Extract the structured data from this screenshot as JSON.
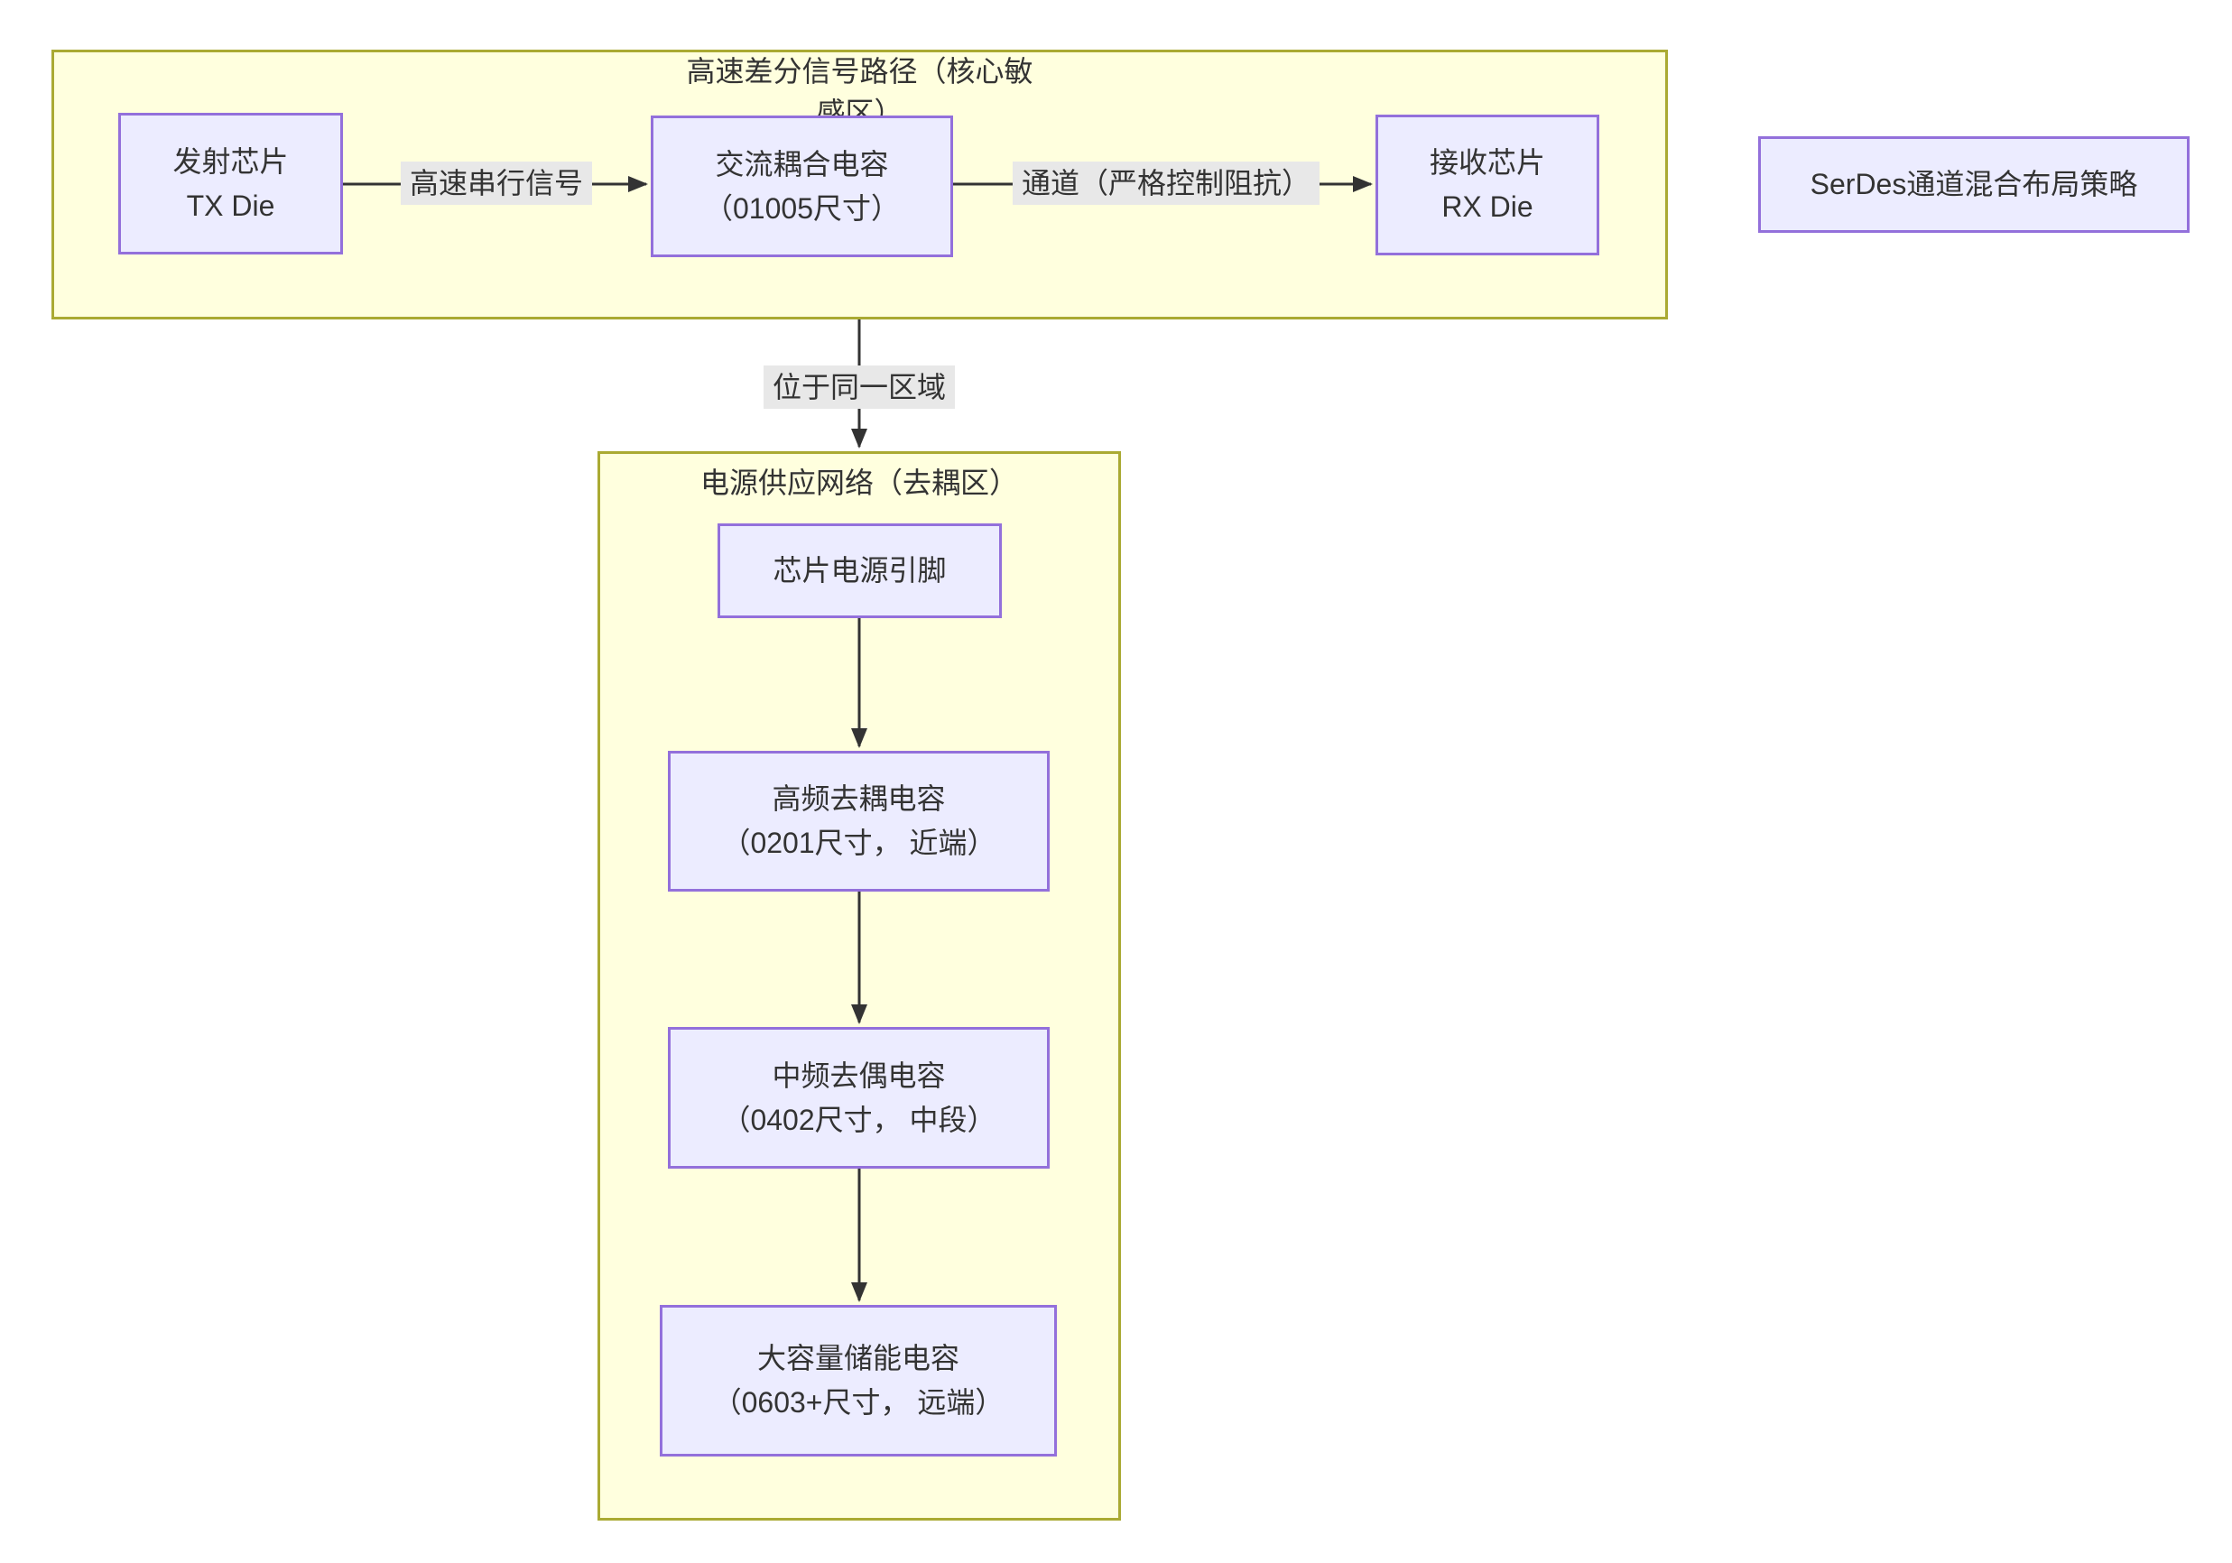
{
  "diagram": {
    "type": "flowchart",
    "strategy_note": "SerDes通道混合布局策略"
  },
  "colors": {
    "cluster_fill": "#ffffde",
    "cluster_border": "#aaaa33",
    "node_fill": "#ececff",
    "node_border": "#9370db",
    "edge_label_bg": "#e8e8e8",
    "text": "#333333",
    "edge": "#333333",
    "canvas_bg": "#ffffff"
  },
  "clusters": {
    "signal_path": {
      "title": "高速差分信号路径（核心敏感区）",
      "title_lines": [
        "高速差分信号路径（核心敏",
        "感区）"
      ]
    },
    "pdn": {
      "title": "电源供应网络（去耦区）"
    }
  },
  "nodes": {
    "tx": {
      "lines": [
        "发射芯片",
        "TX Die"
      ]
    },
    "ac_cap": {
      "lines": [
        "交流耦合电容",
        "（01005尺寸）"
      ]
    },
    "rx": {
      "lines": [
        "接收芯片",
        "RX Die"
      ]
    },
    "serdes": {
      "label": "SerDes通道混合布局策略"
    },
    "power_pin": {
      "label": "芯片电源引脚"
    },
    "hf_cap": {
      "lines": [
        "高频去耦电容",
        "（0201尺寸， 近端）"
      ]
    },
    "mf_cap": {
      "lines": [
        "中频去偶电容",
        "（0402尺寸， 中段）"
      ]
    },
    "bulk_cap": {
      "lines": [
        "大容量储能电容",
        "（0603+尺寸， 远端）"
      ]
    }
  },
  "edges": {
    "tx_to_ac": {
      "label": "高速串行信号"
    },
    "ac_to_rx": {
      "label": "通道（严格控制阻抗）"
    },
    "cluster1_to_cluster2": {
      "label": "位于同一区域"
    },
    "pin_to_hf": {
      "label": ""
    },
    "hf_to_mf": {
      "label": ""
    },
    "mf_to_bulk": {
      "label": ""
    }
  }
}
